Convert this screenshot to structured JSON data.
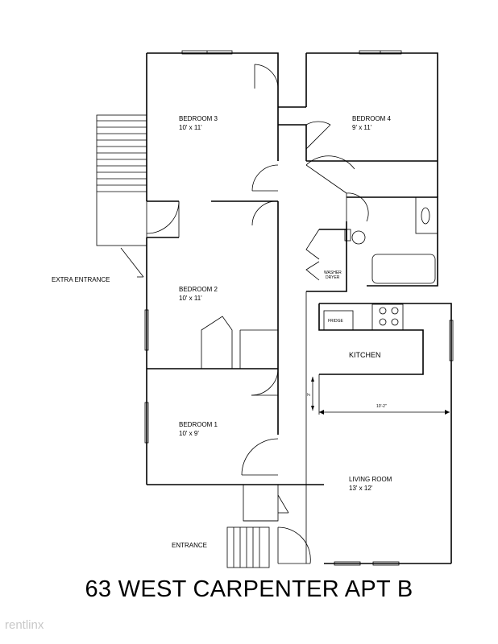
{
  "rooms": {
    "bedroom3": {
      "name": "BEDROOM 3",
      "size": "10' x 11'"
    },
    "bedroom4": {
      "name": "BEDROOM 4",
      "size": "9' x 11'"
    },
    "bedroom2": {
      "name": "BEDROOM 2",
      "size": "10' x 11'"
    },
    "bedroom1": {
      "name": "BEDROOM 1",
      "size": "10' x 9'"
    },
    "kitchen": {
      "name": "KITCHEN"
    },
    "living": {
      "name": "LIVING ROOM",
      "size": "13' x 12'"
    }
  },
  "fixtures": {
    "fridge": "FRIDGE",
    "washer_line1": "WASHER",
    "washer_line2": "DRYER"
  },
  "labels": {
    "extra_entrance": "EXTRA ENTRANCE",
    "entrance": "ENTRANCE"
  },
  "dimensions": {
    "width": "10'-2\"",
    "depth": "3'"
  },
  "title": "63 WEST CARPENTER  APT B",
  "watermark": "rentlinx"
}
